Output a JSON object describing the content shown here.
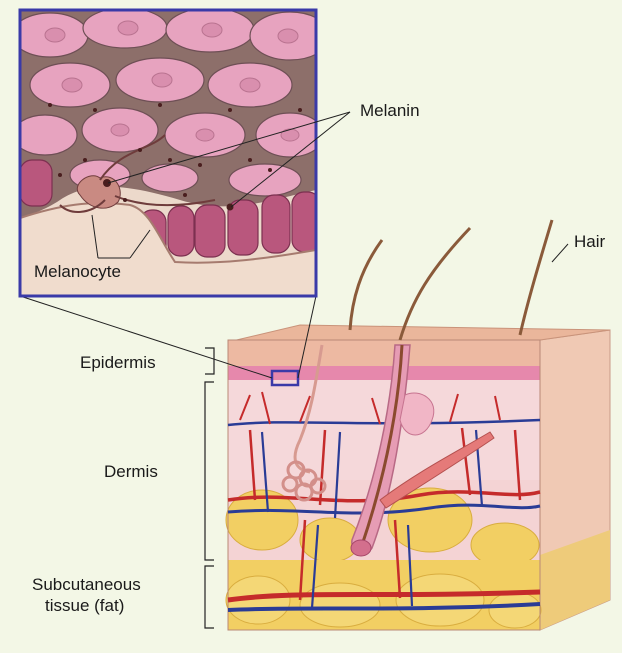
{
  "labels": {
    "melanin": "Melanin",
    "melanocyte": "Melanocyte",
    "hair": "Hair",
    "epidermis": "Epidermis",
    "dermis": "Dermis",
    "subcutaneous_line1": "Subcutaneous",
    "subcutaneous_line2": "tissue (fat)"
  },
  "colors": {
    "background": "#f3f7e6",
    "inset_border": "#3a3aa8",
    "cell": "#e7a3bf",
    "basal_cell": "#b9577d",
    "epidermis_top": "#e9b79a",
    "dermis": "#f3d5d6",
    "fat": "#f2cf63",
    "artery": "#c52b2b",
    "vein": "#2a3c96"
  },
  "icons": {
    "inset": "magnified-skin-cells-icon",
    "skin_block": "skin-cross-section-icon"
  }
}
